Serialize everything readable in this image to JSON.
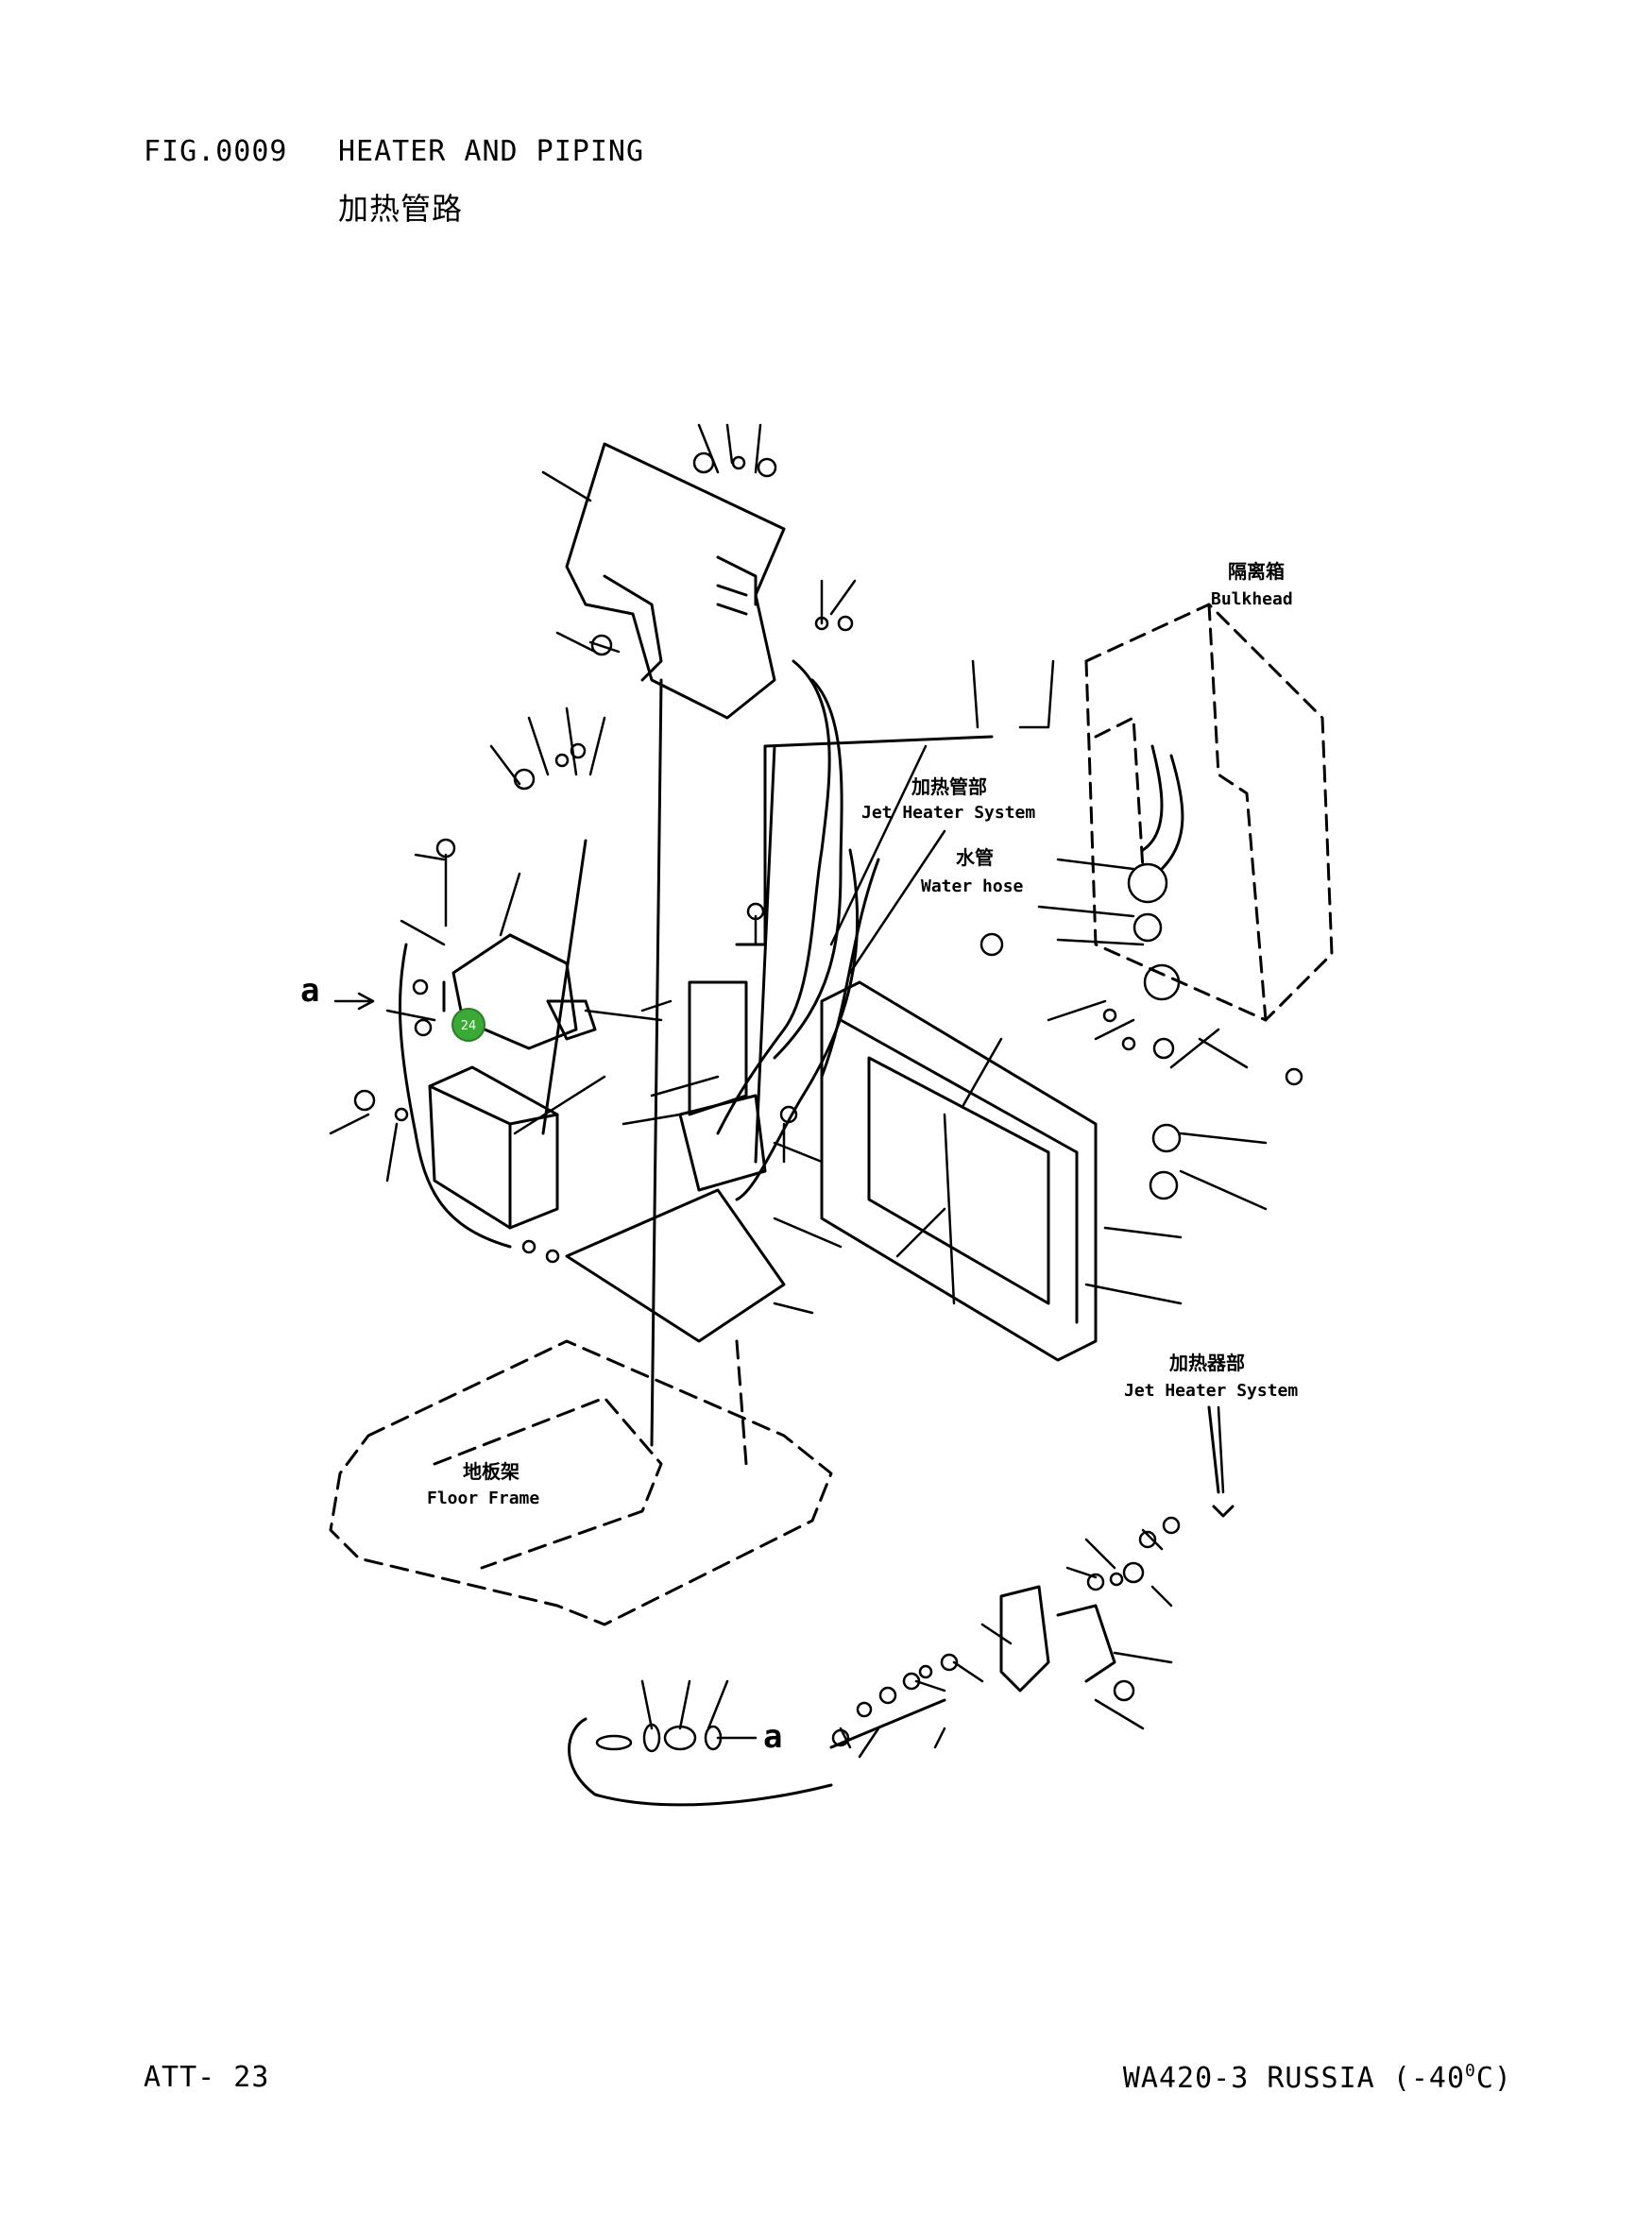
{
  "header": {
    "fig_no": "FIG.0009",
    "title": "HEATER AND PIPING",
    "title_cn": "加热管路"
  },
  "footer": {
    "page_no": "ATT- 23",
    "model_prefix": "WA420-3 RUSSIA (-40",
    "model_sup": "0",
    "model_suffix": "C)"
  },
  "labels": {
    "bulkhead_cn": "隔离箱",
    "bulkhead_en": "Bulkhead",
    "jet_heater_cn": "加热管部",
    "jet_heater_en": "Jet Heater System",
    "water_hose_cn": "水管",
    "water_hose_en": "Water hose",
    "floor_frame_cn": "地板架",
    "floor_frame_en": "Floor Frame",
    "jet_heater2_cn": "加热器部",
    "jet_heater2_en": "Jet Heater System",
    "ref_a1": "a",
    "ref_a2": "a"
  },
  "marker": {
    "number": "24",
    "color": "#3aa935"
  }
}
